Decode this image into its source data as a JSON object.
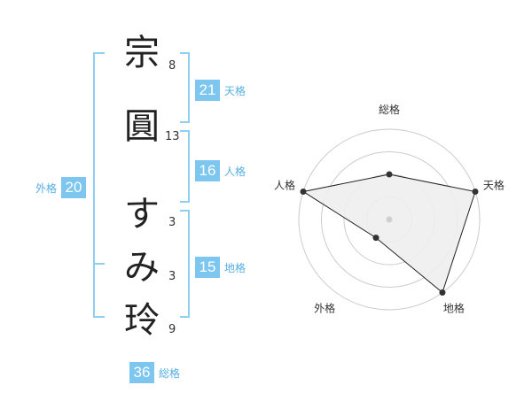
{
  "name": {
    "chars": [
      {
        "char": "宗",
        "strokes": "8"
      },
      {
        "char": "圓",
        "strokes": "13"
      },
      {
        "char": "す",
        "strokes": "3"
      },
      {
        "char": "み",
        "strokes": "3"
      },
      {
        "char": "玲",
        "strokes": "9"
      }
    ]
  },
  "fortunes": {
    "tenkaku": {
      "value": "21",
      "label": "天格"
    },
    "jinkaku": {
      "value": "16",
      "label": "人格"
    },
    "chikaku": {
      "value": "15",
      "label": "地格"
    },
    "gaikaku": {
      "value": "20",
      "label": "外格"
    },
    "soukaku": {
      "value": "36",
      "label": "総格"
    }
  },
  "colors": {
    "accent": "#7cc6ef",
    "accent_text": "#56aee0",
    "bracket": "#8fcff2"
  },
  "chart_data": {
    "type": "radar",
    "axes": [
      "総格",
      "天格",
      "地格",
      "外格",
      "人格"
    ],
    "values": [
      2,
      4,
      4,
      1,
      4
    ],
    "max": 4,
    "grid": true
  }
}
